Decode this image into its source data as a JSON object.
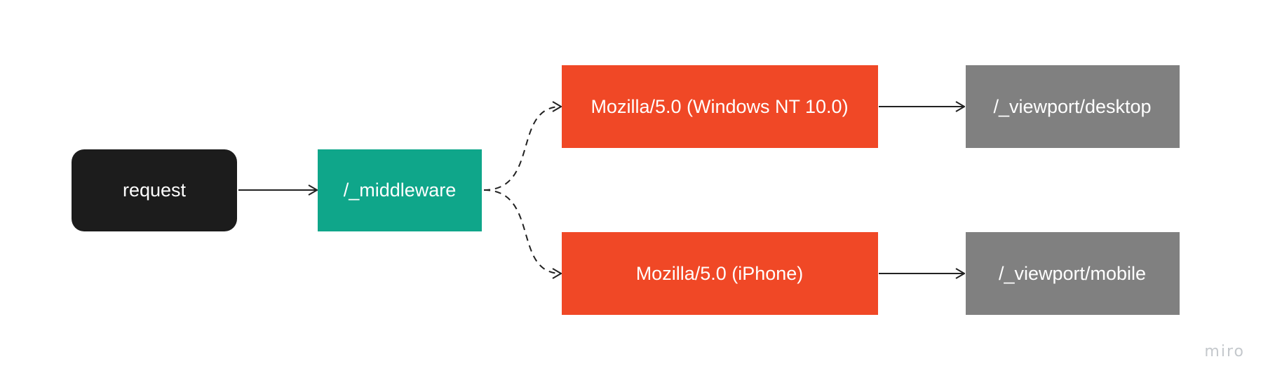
{
  "nodes": {
    "request": {
      "label": "request",
      "color": "#1c1c1c"
    },
    "middleware": {
      "label": "/_middleware",
      "color": "#0fa68a"
    },
    "ua_desktop": {
      "label": "Mozilla/5.0 (Windows NT 10.0)",
      "color": "#f04826"
    },
    "ua_mobile": {
      "label": "Mozilla/5.0 (iPhone)",
      "color": "#f04826"
    },
    "viewport_desktop": {
      "label": "/_viewport/desktop",
      "color": "#808080"
    },
    "viewport_mobile": {
      "label": "/_viewport/mobile",
      "color": "#808080"
    }
  },
  "edges": [
    {
      "from": "request",
      "to": "middleware",
      "style": "solid"
    },
    {
      "from": "middleware",
      "to": "ua_desktop",
      "style": "dashed"
    },
    {
      "from": "middleware",
      "to": "ua_mobile",
      "style": "dashed"
    },
    {
      "from": "ua_desktop",
      "to": "viewport_desktop",
      "style": "solid"
    },
    {
      "from": "ua_mobile",
      "to": "viewport_mobile",
      "style": "solid"
    }
  ],
  "edge_color": "#222222",
  "watermark": "miro"
}
